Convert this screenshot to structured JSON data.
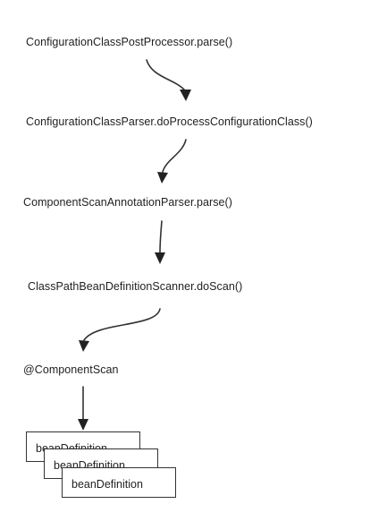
{
  "steps": [
    "ConfigurationClassPostProcessor.parse()",
    "ConfigurationClassParser.doProcessConfigurationClass()",
    "ComponentScanAnnotationParser.parse()",
    "ClassPathBeanDefinitionScanner.doScan()",
    "@ComponentScan"
  ],
  "bean_cards": [
    "beanDefinition",
    "beanDefinition",
    "beanDefinition"
  ],
  "colors": {
    "text": "#1f1f1f",
    "stroke": "#333333",
    "background": "#ffffff"
  }
}
